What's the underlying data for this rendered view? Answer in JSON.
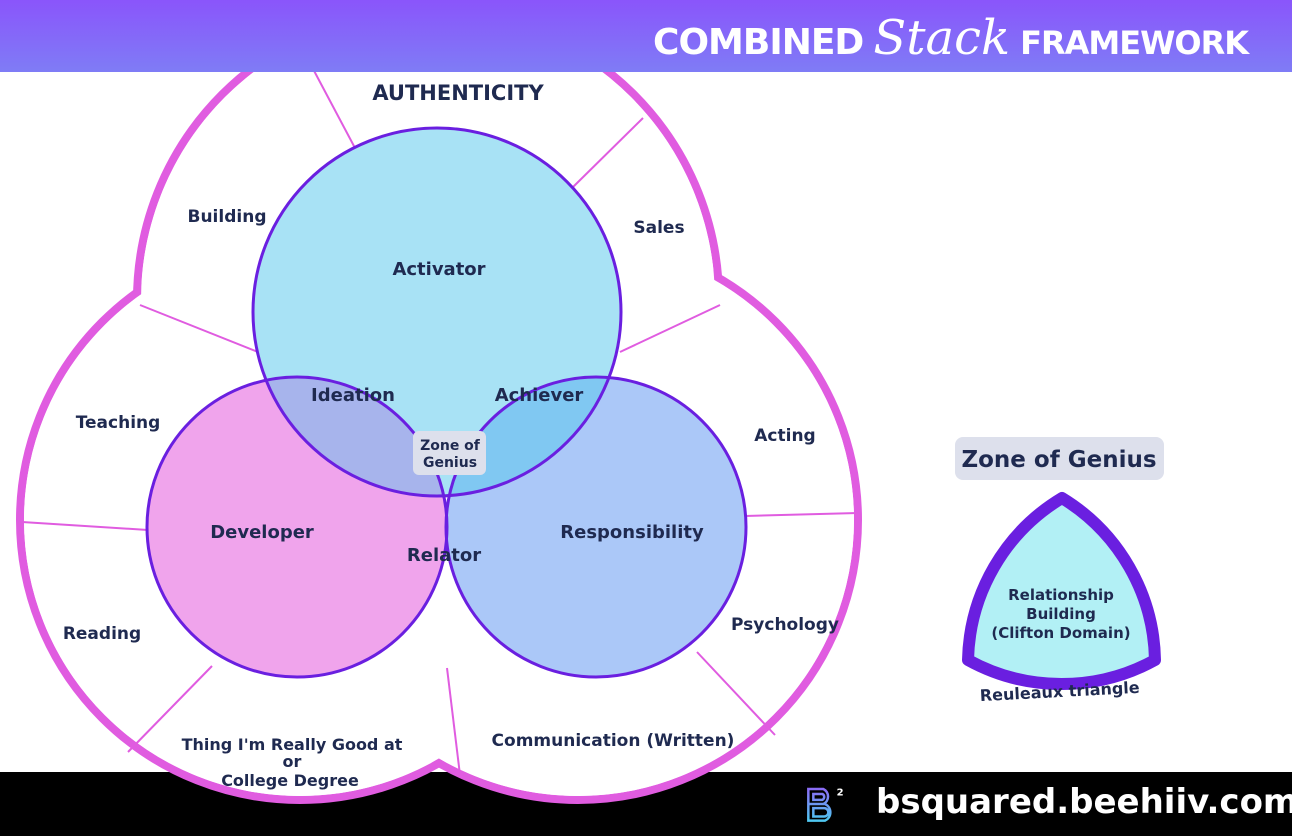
{
  "header": {
    "title_part1": "COMBINED",
    "title_script": "Stack",
    "title_part2": "FRAMEWORK"
  },
  "outer_sections": {
    "top_title": "AUTHENTICITY",
    "items": [
      "Building",
      "Sales",
      "Teaching",
      "Acting",
      "Reading",
      "Psychology",
      "Communication (Written)"
    ],
    "degree_line1": "Thing I'm Really Good at",
    "degree_line2": "or",
    "degree_line3": "College Degree"
  },
  "circles": {
    "top": "Activator",
    "left": "Developer",
    "right": "Responsibility"
  },
  "overlaps": {
    "top_left": "Ideation",
    "top_right": "Achiever",
    "bottom": "Relator",
    "center_line1": "Zone of",
    "center_line2": "Genius"
  },
  "legend": {
    "title": "Zone of Genius",
    "triangle_line1": "Relationship",
    "triangle_line2": "Building",
    "triangle_line3": "(Clifton Domain)",
    "caption": "Reuleaux triangle"
  },
  "footer": {
    "url": "bsquared.beehiiv.com",
    "logo": "B²"
  },
  "colors": {
    "header": "#8a55fb",
    "petal_stroke": "#e05ce0",
    "circle_stroke": "#6a1fe0",
    "top": "#a8e2f5",
    "left": "#f0a4ec",
    "right": "#abc8f8"
  }
}
